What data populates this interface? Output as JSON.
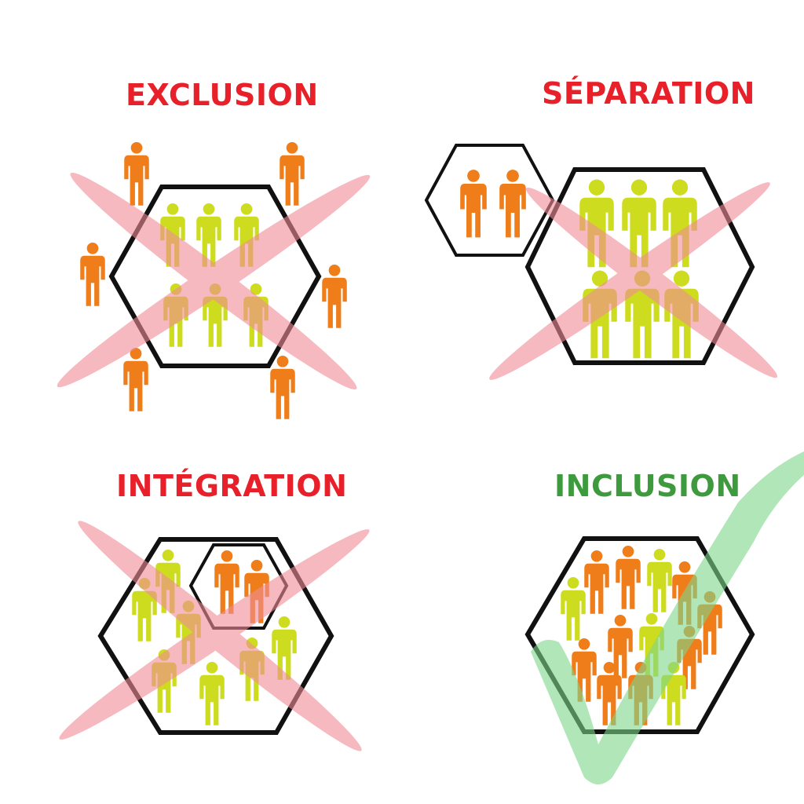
{
  "colors": {
    "red_title": "#e8202a",
    "green_title": "#3d9a3d",
    "hexagon": "#111111",
    "orange_person": "#ef7d1a",
    "yellow_person": "#cddc1e",
    "red_cross": "#f08c96",
    "green_check": "#7dd68a"
  },
  "icons": {
    "person": "person-icon",
    "cross": "cross-mark-icon",
    "check": "check-mark-icon"
  },
  "panels": [
    {
      "title": "EXCLUSION",
      "title_color": "red",
      "mark": "cross"
    },
    {
      "title": "SÉPARATION",
      "title_color": "red",
      "mark": "cross"
    },
    {
      "title": "INTÉGRATION",
      "title_color": "red",
      "mark": "cross"
    },
    {
      "title": "INCLUSION",
      "title_color": "green",
      "mark": "check"
    }
  ]
}
